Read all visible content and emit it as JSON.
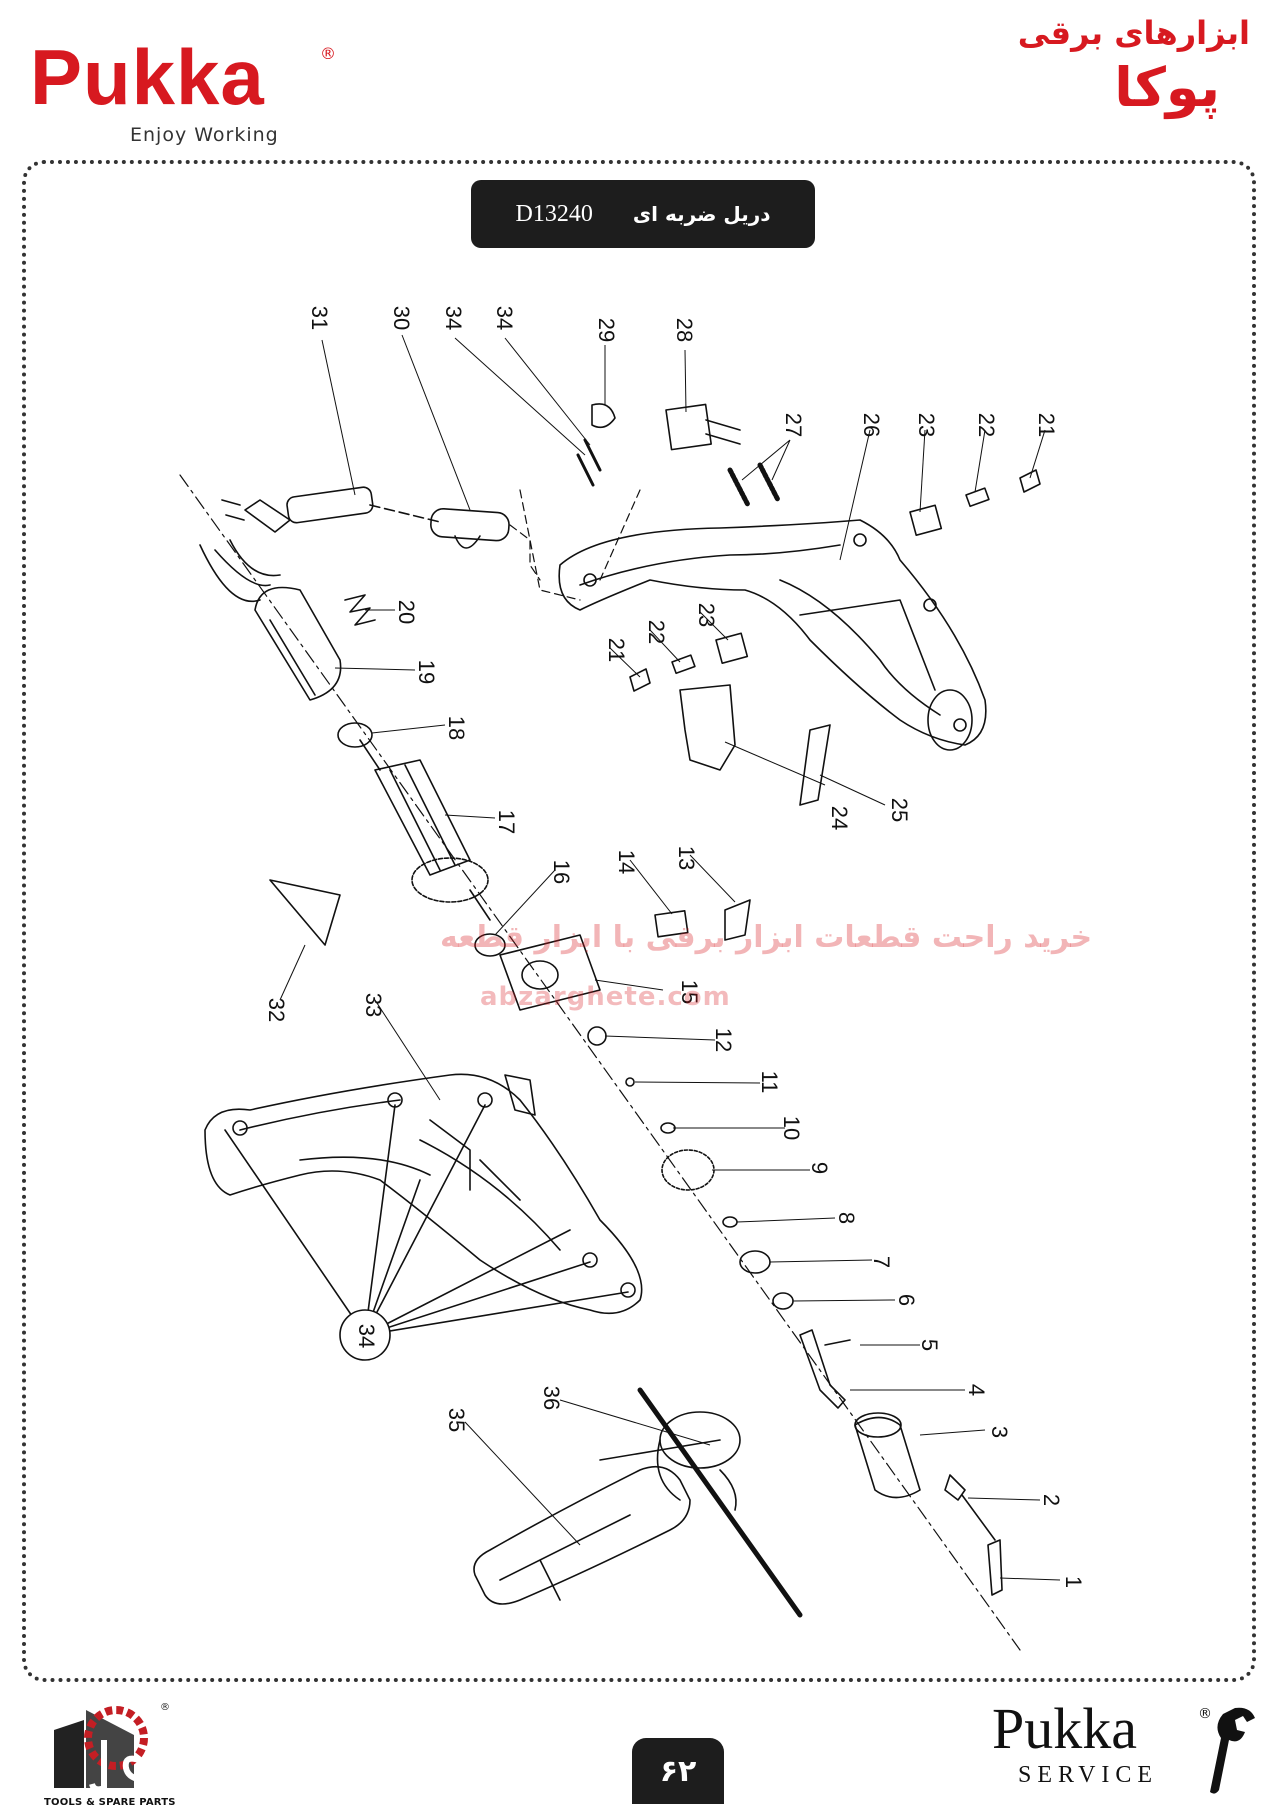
{
  "brand": {
    "name": "Pukka",
    "registered": "®",
    "tagline": "Enjoy Working",
    "fa_line1": "ابزارهای برقی",
    "fa_line2": "پوکا",
    "color": "#d71920"
  },
  "model": {
    "code": "D13240",
    "name_fa": "دریل ضربه ای"
  },
  "watermark": {
    "line1": "خرید راحت قطعات ابزار برقی با ابزار قطعه",
    "line2": "abzarghete.com"
  },
  "part_labels": [
    "31",
    "30",
    "34",
    "34",
    "29",
    "28",
    "27",
    "26",
    "23",
    "22",
    "21",
    "20",
    "19",
    "23",
    "22",
    "21",
    "18",
    "17",
    "24",
    "25",
    "14",
    "13",
    "16",
    "32",
    "15",
    "33",
    "12",
    "11",
    "10",
    "9",
    "8",
    "7",
    "6",
    "5",
    "4",
    "34",
    "36",
    "35",
    "3",
    "2",
    "1"
  ],
  "page_number": "۶۲",
  "footer": {
    "mjs_caption": "TOOLS & SPARE PARTS",
    "service_brand": "Pukka",
    "service_registered": "®",
    "service_word": "SERVICE"
  }
}
